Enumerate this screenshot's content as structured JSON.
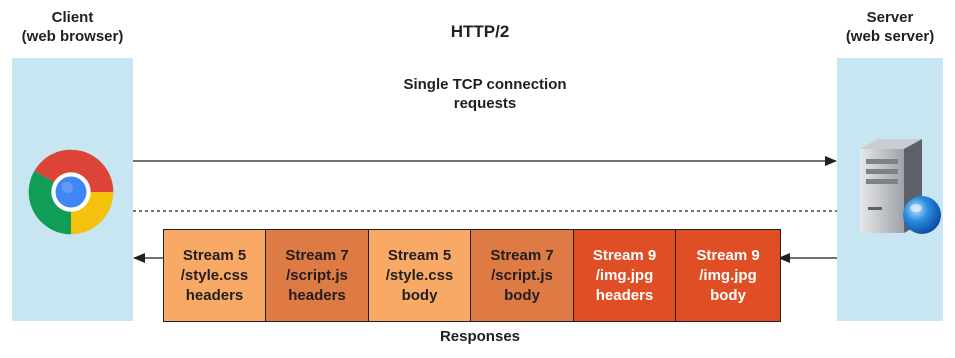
{
  "title": "HTTP/2",
  "client": {
    "line1": "Client",
    "line2": "(web browser)"
  },
  "server": {
    "line1": "Server",
    "line2": "(web server)"
  },
  "request_caption": {
    "line1": "Single TCP connection",
    "line2": "requests"
  },
  "responses_caption": "Responses",
  "icons": {
    "client": "chrome-browser-icon",
    "server": "server-tower-icon"
  },
  "colors": {
    "panel": "#c7e6f1",
    "stream_5": "#f8a966",
    "stream_7": "#de7a43",
    "stream_9": "#e04e25"
  },
  "streams": [
    {
      "line1": "Stream 5",
      "line2": "/style.css",
      "line3": "headers",
      "color": "#f8a966",
      "text_color": "#231f20"
    },
    {
      "line1": "Stream 7",
      "line2": "/script.js",
      "line3": "headers",
      "color": "#de7a43",
      "text_color": "#231f20"
    },
    {
      "line1": "Stream 5",
      "line2": "/style.css",
      "line3": "body",
      "color": "#f8a966",
      "text_color": "#231f20"
    },
    {
      "line1": "Stream 7",
      "line2": "/script.js",
      "line3": "body",
      "color": "#de7a43",
      "text_color": "#231f20"
    },
    {
      "line1": "Stream 9",
      "line2": "/img.jpg",
      "line3": "headers",
      "color": "#e04e25",
      "text_color": "#ffffff"
    },
    {
      "line1": "Stream 9",
      "line2": "/img.jpg",
      "line3": "body",
      "color": "#e04e25",
      "text_color": "#ffffff"
    }
  ]
}
